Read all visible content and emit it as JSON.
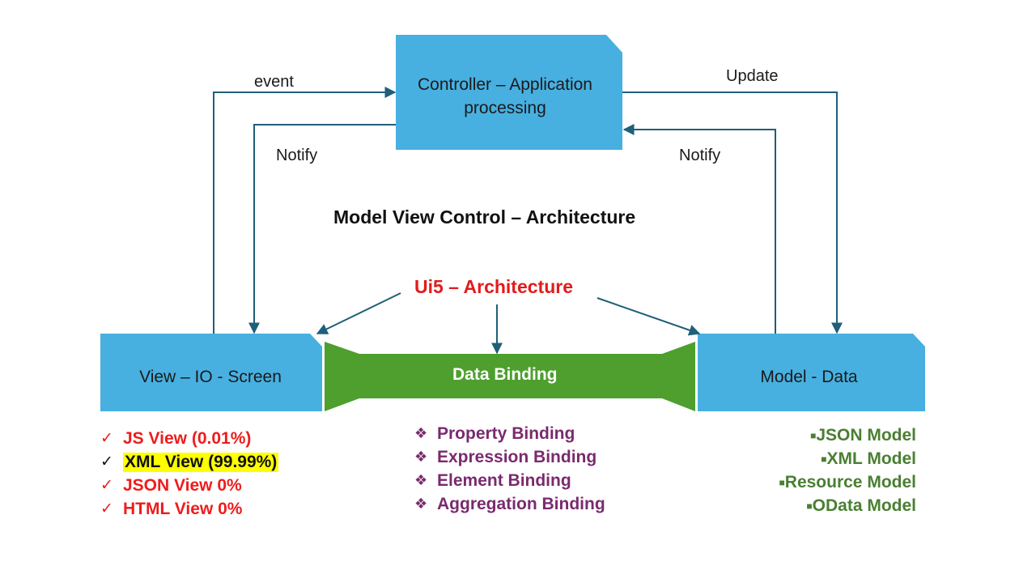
{
  "diagram": {
    "controller": {
      "label": "Controller – Application processing"
    },
    "view": {
      "label": "View – IO - Screen"
    },
    "model": {
      "label": "Model - Data"
    },
    "data_binding": {
      "label": "Data Binding"
    },
    "edges": {
      "event": "event",
      "notify_left": "Notify",
      "update": "Update",
      "notify_right": "Notify"
    },
    "heading": "Model View Control – Architecture",
    "ui5_label": "Ui5 – Architecture",
    "colors": {
      "box": "#47b0e0",
      "box_dark": "#2e93c6",
      "data_binding": "#4e9f2e",
      "arrow": "#1f5f7a"
    }
  },
  "views": [
    {
      "label": "JS View (0.01%)",
      "mark": "✓",
      "highlight": false
    },
    {
      "label": "XML View (99.99%)",
      "mark": "✓",
      "highlight": true
    },
    {
      "label": "JSON View 0%",
      "mark": "✓",
      "highlight": false
    },
    {
      "label": "HTML View 0%",
      "mark": "✓",
      "highlight": false
    }
  ],
  "bindings": [
    {
      "label": "Property Binding",
      "mark": "❖"
    },
    {
      "label": "Expression Binding",
      "mark": "❖"
    },
    {
      "label": "Element Binding",
      "mark": "❖"
    },
    {
      "label": "Aggregation Binding",
      "mark": "❖"
    }
  ],
  "models": [
    {
      "label": "JSON Model",
      "mark": "■"
    },
    {
      "label": "XML Model",
      "mark": "■"
    },
    {
      "label": "Resource Model",
      "mark": "■"
    },
    {
      "label": "OData Model",
      "mark": "■"
    }
  ]
}
